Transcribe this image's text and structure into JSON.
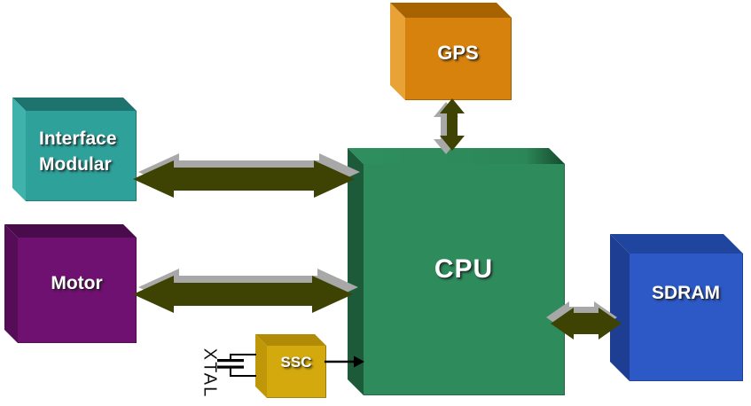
{
  "diagram": {
    "nodes": {
      "gps": {
        "label": "GPS",
        "front_color": "#D8820E",
        "top_color": "#A66300",
        "side_color": "#E8A235"
      },
      "interface_modular": {
        "lines": [
          "Interface",
          "Modular"
        ],
        "front_color": "#2DA19A",
        "top_color": "#1E736E",
        "side_color": "#3FB3AB"
      },
      "motor": {
        "label": "Motor",
        "front_color": "#6E1170",
        "top_color": "#4A0B4C",
        "side_color": "#550D57"
      },
      "cpu": {
        "label": "CPU",
        "front_color": "#2E8B5B",
        "top_color": "#2C8758",
        "side_color": "#1C5A39"
      },
      "sdram": {
        "label": "SDRAM",
        "front_color": "#2C59C5",
        "top_color": "#20459F",
        "side_color": "#1E3E94"
      },
      "ssc": {
        "label": "SSC",
        "front_color": "#D4A90D",
        "top_color": "#B18B06",
        "side_color": "#C09709"
      },
      "xtal": {
        "label": "XTAL",
        "color": "#111111"
      }
    },
    "connections": [
      {
        "from": "GPS",
        "to": "CPU",
        "type": "bidirectional-bus"
      },
      {
        "from": "Interface Modular",
        "to": "CPU",
        "type": "bidirectional-bus"
      },
      {
        "from": "Motor",
        "to": "CPU",
        "type": "bidirectional-bus"
      },
      {
        "from": "CPU",
        "to": "SDRAM",
        "type": "bidirectional-bus"
      },
      {
        "from": "SSC",
        "to": "CPU",
        "type": "signal-arrow"
      },
      {
        "from": "XTAL",
        "to": "SSC",
        "type": "crystal-circuit"
      }
    ],
    "arrow_colors": {
      "bus_body": "#3E4203",
      "bus_highlight": "#A8A8A8",
      "signal": "#000000"
    }
  }
}
